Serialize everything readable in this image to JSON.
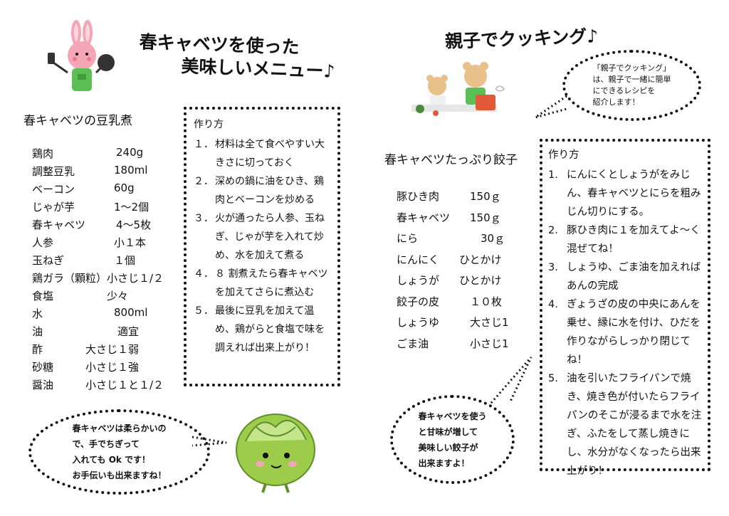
{
  "left": {
    "title_line1": "春キャベツを使った",
    "title_line2": "美味しいメニュー♪",
    "dish_name": "春キャベツの豆乳煮",
    "ingredients": [
      {
        "name": "鶏肉",
        "amount": "240g"
      },
      {
        "name": "調整豆乳",
        "amount": "180ml"
      },
      {
        "name": "ベーコン",
        "amount": "60g"
      },
      {
        "name": "じゃが芋",
        "amount": "1～2個"
      },
      {
        "name": "春キャベツ",
        "amount": "4～5枚"
      },
      {
        "name": "人参",
        "amount": "小１本"
      },
      {
        "name": "玉ねぎ",
        "amount": "１個"
      },
      {
        "name": "鶏ガラ（顆粒）",
        "amount": "小さじ１/２"
      },
      {
        "name": "食塩",
        "amount": "少々"
      },
      {
        "name": "水",
        "amount": "800ml"
      },
      {
        "name": "油",
        "amount": "適宜"
      },
      {
        "name": "酢",
        "amount": "大さじ１弱"
      },
      {
        "name": "砂糖",
        "amount": "小さじ１強"
      },
      {
        "name": "醤油",
        "amount": "小さじ１と１/２"
      }
    ],
    "method_heading": "作り方",
    "steps": [
      {
        "num": "１．",
        "text": "材料は全て食べやすい大きさに切っておく"
      },
      {
        "num": "２．",
        "text": "深めの鍋に油をひき、鶏肉とベーコンを炒める"
      },
      {
        "num": "３．",
        "text": "火が通ったら人参、玉ねぎ、じゃが芋を入れて炒め、水を加えて煮る"
      },
      {
        "num": "４．",
        "text": "８ 割煮えたら春キャベツを加えてさらに煮込む"
      },
      {
        "num": "５．",
        "text": "最後に豆乳を加えて温め、鶏がらと食塩で味を調えれば出来上がり！"
      }
    ],
    "bubble_lines": [
      "春キャベツは柔らかいの",
      "で、手でちぎって",
      "入れても Ok です！",
      "お手伝いも出来ますね！"
    ]
  },
  "right": {
    "title": "親子でクッキング♪",
    "intro_lines": [
      "「親子でクッキング」",
      "は、親子で一緒に簡単",
      "にできるレシピを",
      "紹介します！"
    ],
    "dish_name": "春キャベツたっぷり餃子",
    "ingredients": [
      {
        "name": "豚ひき肉",
        "amount": "150ｇ"
      },
      {
        "name": "春キャベツ",
        "amount": "150ｇ"
      },
      {
        "name": "にら",
        "amount": "30ｇ"
      },
      {
        "name": "にんにく",
        "amount": "ひとかけ"
      },
      {
        "name": "しょうが",
        "amount": "ひとかけ"
      },
      {
        "name": "餃子の皮",
        "amount": "１０枚"
      },
      {
        "name": "しょうゆ",
        "amount": "大さじ1"
      },
      {
        "name": "ごま油",
        "amount": "小さじ1"
      }
    ],
    "method_heading": "作り方",
    "steps": [
      {
        "num": "1.",
        "text": "にんにくとしょうがをみじん、春キャベツとにらを粗みじん切りにする。"
      },
      {
        "num": "2.",
        "text": "豚ひき肉に１を加えてよ～く混ぜてね！"
      },
      {
        "num": "3.",
        "text": "しょうゆ、ごま油を加えればあんの完成"
      },
      {
        "num": "4.",
        "text": "ぎょうざの皮の中央にあんを乗せ、縁に水を付け、ひだを作りながらしっかり閉じてね！"
      },
      {
        "num": "5.",
        "text": "油を引いたフライパンで焼き、焼き色が付いたらフライパンのそこが浸るまで水を注ぎ、ふたをして蒸し焼きにし、水分がなくなったら出来上がり！"
      }
    ],
    "bubble_lines": [
      "春キャベツを使う",
      "と甘味が増して",
      "美味しい餃子が",
      "出来ますよ！"
    ]
  },
  "colors": {
    "rabbit": "#f4a6b6",
    "apron": "#5bbf55",
    "cabbage": "#9ccc4a",
    "bear": "#e8c08a"
  }
}
